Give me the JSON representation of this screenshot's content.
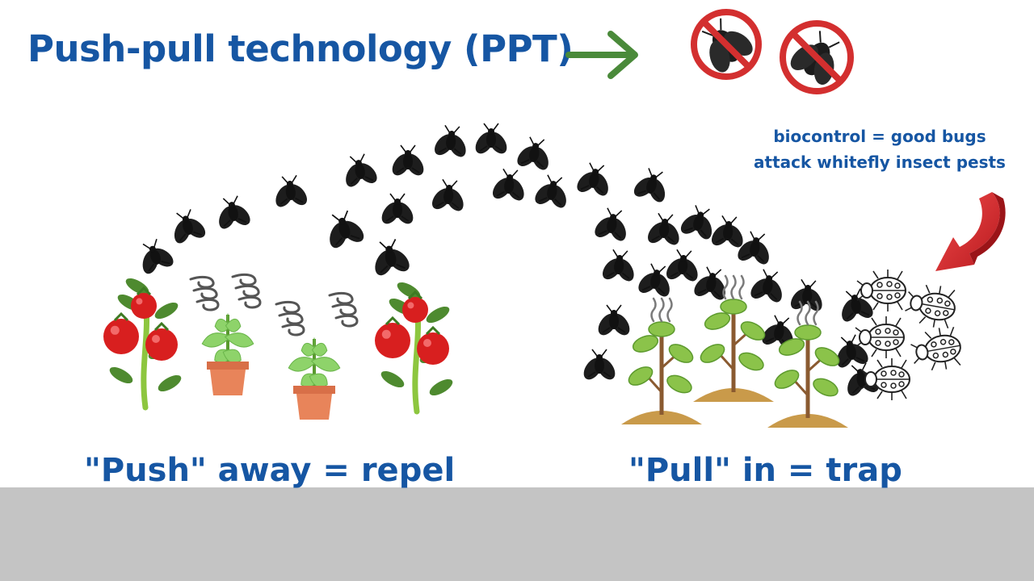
{
  "title": "Push-pull technology (PPT)",
  "biocontrol": {
    "line1": "biocontrol = good bugs",
    "line2": "attack whitefly insect pests"
  },
  "captions": {
    "push": "\"Push\" away = repel",
    "pull": "\"Pull\" in  = trap"
  },
  "colors": {
    "title_blue": "#1656a3",
    "arrow_green": "#4a8a3a",
    "no_sign_red": "#d32f2f",
    "callout_arrow_red": "#d7262b",
    "tomato_red": "#d81f1f",
    "leaf_green": "#7ac943",
    "pot": "#e8845a",
    "soil": "#c99a4a",
    "floor_gray": "#c4c4c4"
  },
  "icons": [
    "green-arrow-icon",
    "no-whitefly-icon",
    "whitefly-icon",
    "tomato-plant-icon",
    "potted-plant-icon",
    "smell-swirl-icon",
    "trap-plant-icon",
    "ladybug-icon",
    "red-curved-arrow-icon"
  ]
}
